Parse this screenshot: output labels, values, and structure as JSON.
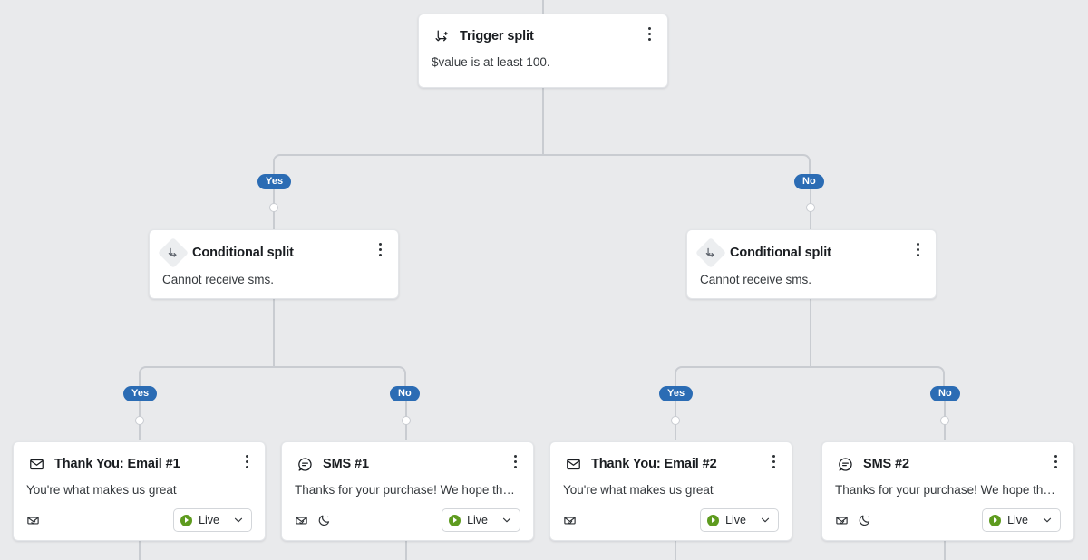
{
  "canvas": {
    "background_color": "#e9eaec",
    "line_color": "#c9ccd1",
    "branch_pill_color": "#2b6cb4",
    "live_dot_color": "#5e9b1f"
  },
  "nodes": {
    "trigger_split": {
      "icon": "trigger-split-icon",
      "title": "Trigger split",
      "description": "$value is at least 100.",
      "menu": "kebab-menu-icon"
    },
    "conditional_split_left": {
      "icon": "conditional-split-icon",
      "title": "Conditional split",
      "description": "Cannot receive sms.",
      "menu": "kebab-menu-icon"
    },
    "conditional_split_right": {
      "icon": "conditional-split-icon",
      "title": "Conditional split",
      "description": "Cannot receive sms.",
      "menu": "kebab-menu-icon"
    },
    "email_1": {
      "icon": "envelope-icon",
      "title": "Thank You: Email #1",
      "description": "You're what makes us great",
      "menu": "kebab-menu-icon",
      "footer_icons": [
        "envelope-check-icon"
      ],
      "status": "Live"
    },
    "sms_1": {
      "icon": "chat-bubble-icon",
      "title": "SMS #1",
      "description": "Thanks for your purchase! We hope that ...",
      "menu": "kebab-menu-icon",
      "footer_icons": [
        "envelope-check-icon",
        "moon-icon"
      ],
      "status": "Live"
    },
    "email_2": {
      "icon": "envelope-icon",
      "title": "Thank You: Email #2",
      "description": "You're what makes us great",
      "menu": "kebab-menu-icon",
      "footer_icons": [
        "envelope-check-icon"
      ],
      "status": "Live"
    },
    "sms_2": {
      "icon": "chat-bubble-icon",
      "title": "SMS #2",
      "description": "Thanks for your purchase! We hope that ...",
      "menu": "kebab-menu-icon",
      "footer_icons": [
        "envelope-check-icon",
        "moon-icon"
      ],
      "status": "Live"
    }
  },
  "branches": {
    "trigger_yes": "Yes",
    "trigger_no": "No",
    "left_yes": "Yes",
    "left_no": "No",
    "right_yes": "Yes",
    "right_no": "No"
  }
}
